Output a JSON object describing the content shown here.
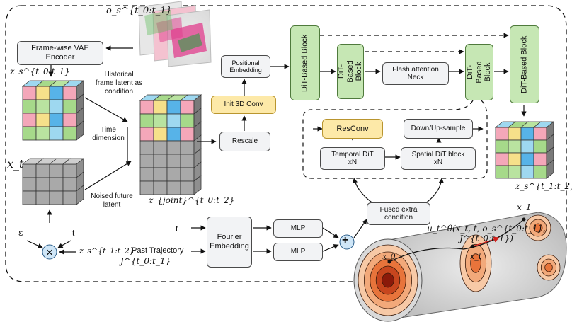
{
  "encoder": "Frame-wise VAE\nEncoder",
  "observation_label": "o_s^{t_0:t_1}",
  "historical_label": "Historical\nframe latent as\ncondition",
  "time_dim_label": "Time\ndimension",
  "noised_label": "Noised future\nlatent",
  "z_hist": "z_s^{t_0:t_1}",
  "z_joint": "z_{joint}^{t_0:t_2}",
  "z_out": "z_s^{t_1:t_2}",
  "x_t": "x_t",
  "epsilon": "ε",
  "t_small": "t",
  "z_future": "z_s^{t_1:t_2}",
  "positional_embedding": "Positional\nEmbedding",
  "init_conv": "Init 3D Conv",
  "rescale": "Rescale",
  "dit_block": "DiT-Based Block",
  "dit_block_short": "DiT-Based\nBlock",
  "flash_neck": "Flash attention\nNeck",
  "resconv": "ResConv",
  "down_up": "Down/Up-sample",
  "temporal_dit": "Temporal DiT\nxN",
  "spatial_dit": "Spatial DiT block\nxN",
  "fused": "Fused extra\ncondition",
  "t_input": "t",
  "past_trajectory": "Past Trajectory",
  "j_label": "J^{t_0:t_1}",
  "fourier": "Fourier\nEmbedding",
  "mlp": "MLP",
  "plus": "+",
  "flow_label": "u_t^θ(x_t, t, o_s^{t_0:t_1}, J^{t_0:t_1})",
  "x0": "x_0",
  "xt_curve": "x_t",
  "x1": "x_1",
  "colors": {
    "dit_green": "#c6e7b4",
    "conv_yellow": "#fde9a8",
    "grey_box": "#f2f3f5",
    "plus_blue": "#cfe6f7",
    "orange": "#e8743b",
    "dark_red": "#8b1a0a",
    "tube_grey": "#c9c9c9"
  }
}
